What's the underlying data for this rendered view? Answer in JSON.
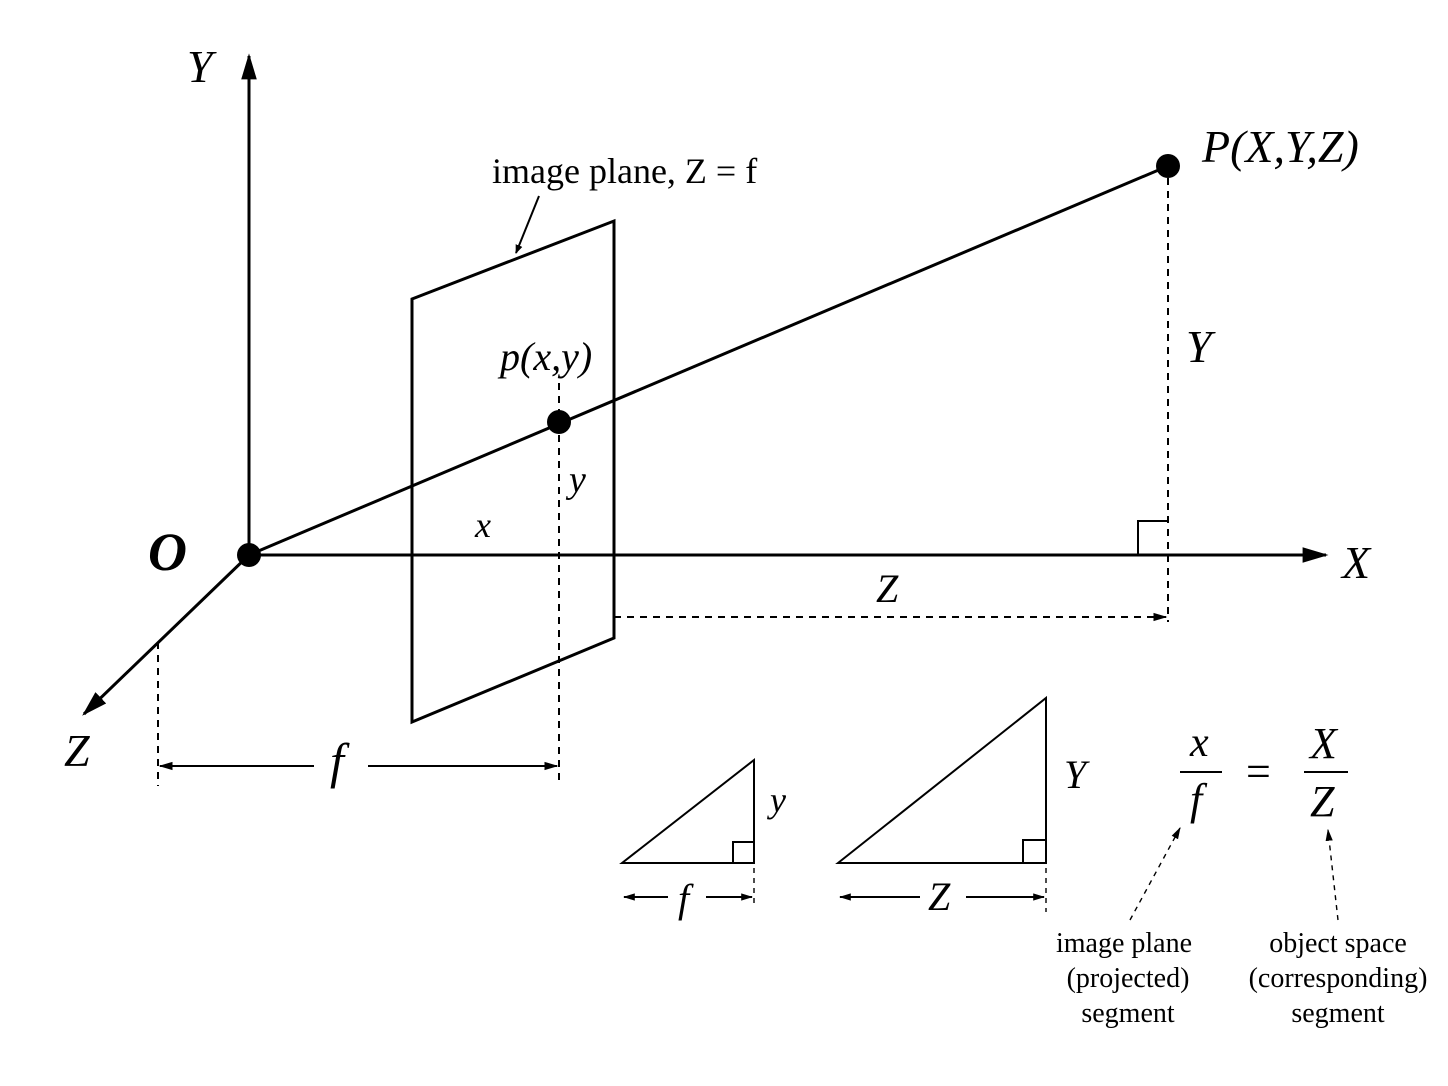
{
  "axes": {
    "y_label": "Y",
    "x_label": "X",
    "z_label": "Z",
    "origin_label": "O"
  },
  "image_plane": {
    "caption": "image plane, Z = f"
  },
  "points": {
    "object_point": "P(X,Y,Z)",
    "image_point": "p(x,y)"
  },
  "measurements": {
    "object_height": "Y",
    "image_y": "y",
    "image_x": "x",
    "depth": "Z",
    "focal_length": "f"
  },
  "similar_triangles": {
    "small": {
      "height": "y",
      "base": "f"
    },
    "large": {
      "height": "Y",
      "base": "Z"
    }
  },
  "equation": {
    "left_num": "x",
    "left_den": "f",
    "equals": "=",
    "right_num": "X",
    "right_den": "Z"
  },
  "notes": {
    "image_segment": [
      "image plane",
      "(projected)",
      "segment"
    ],
    "object_segment": [
      "object space",
      "(corresponding)",
      "segment"
    ]
  }
}
